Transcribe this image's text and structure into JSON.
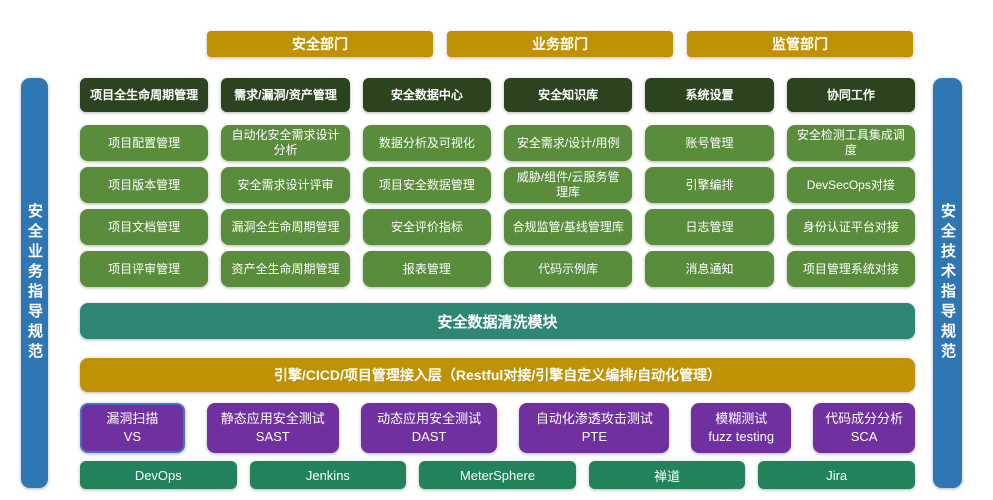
{
  "top_departments": [
    "安全部门",
    "业务部门",
    "监管部门"
  ],
  "side_rails": {
    "left": "安全业务指导规范",
    "right": "安全技术指导规范"
  },
  "columns": [
    {
      "header": "项目全生命周期管理",
      "items": [
        "项目配置管理",
        "项目版本管理",
        "项目文档管理",
        "项目评审管理"
      ]
    },
    {
      "header": "需求/漏洞/资产管理",
      "items": [
        "自动化安全需求设计分析",
        "安全需求设计评审",
        "漏洞全生命周期管理",
        "资产全生命周期管理"
      ]
    },
    {
      "header": "安全数据中心",
      "items": [
        "数据分析及可视化",
        "项目安全数据管理",
        "安全评价指标",
        "报表管理"
      ]
    },
    {
      "header": "安全知识库",
      "items": [
        "安全需求/设计/用例",
        "威胁/组件/云服务管理库",
        "合规监管/基线管理库",
        "代码示例库"
      ]
    },
    {
      "header": "系统设置",
      "items": [
        "账号管理",
        "引擎编排",
        "日志管理",
        "消息通知"
      ]
    },
    {
      "header": "协同工作",
      "items": [
        "安全检测工具集成调度",
        "DevSecOps对接",
        "身份认证平台对接",
        "项目管理系统对接"
      ]
    }
  ],
  "bars": {
    "data_clean": "安全数据清洗模块",
    "engine_access": "引擎/CICD/项目管理接入层（Restful对接/引擎自定义编排/自动化管理）"
  },
  "engines": [
    {
      "line1": "漏洞扫描",
      "line2": "VS",
      "highlighted": true
    },
    {
      "line1": "静态应用安全测试",
      "line2": "SAST",
      "highlighted": false
    },
    {
      "line1": "动态应用安全测试",
      "line2": "DAST",
      "highlighted": false
    },
    {
      "line1": "自动化渗透攻击测试",
      "line2": "PTE",
      "highlighted": false
    },
    {
      "line1": "模糊测试",
      "line2": "fuzz testing",
      "highlighted": false
    },
    {
      "line1": "代码成分分析",
      "line2": "SCA",
      "highlighted": false
    }
  ],
  "tools": [
    "DevOps",
    "Jenkins",
    "MeterSphere",
    "禅道",
    "Jira"
  ],
  "colors": {
    "gold": "#bf9105",
    "header_dark_green": "#2b431e",
    "module_green": "#598c3b",
    "teal": "#2e8674",
    "purple": "#7030a0",
    "highlight_border_blue": "#4472c4",
    "tool_green": "#21825c",
    "rail_blue": "#2f76b5"
  }
}
